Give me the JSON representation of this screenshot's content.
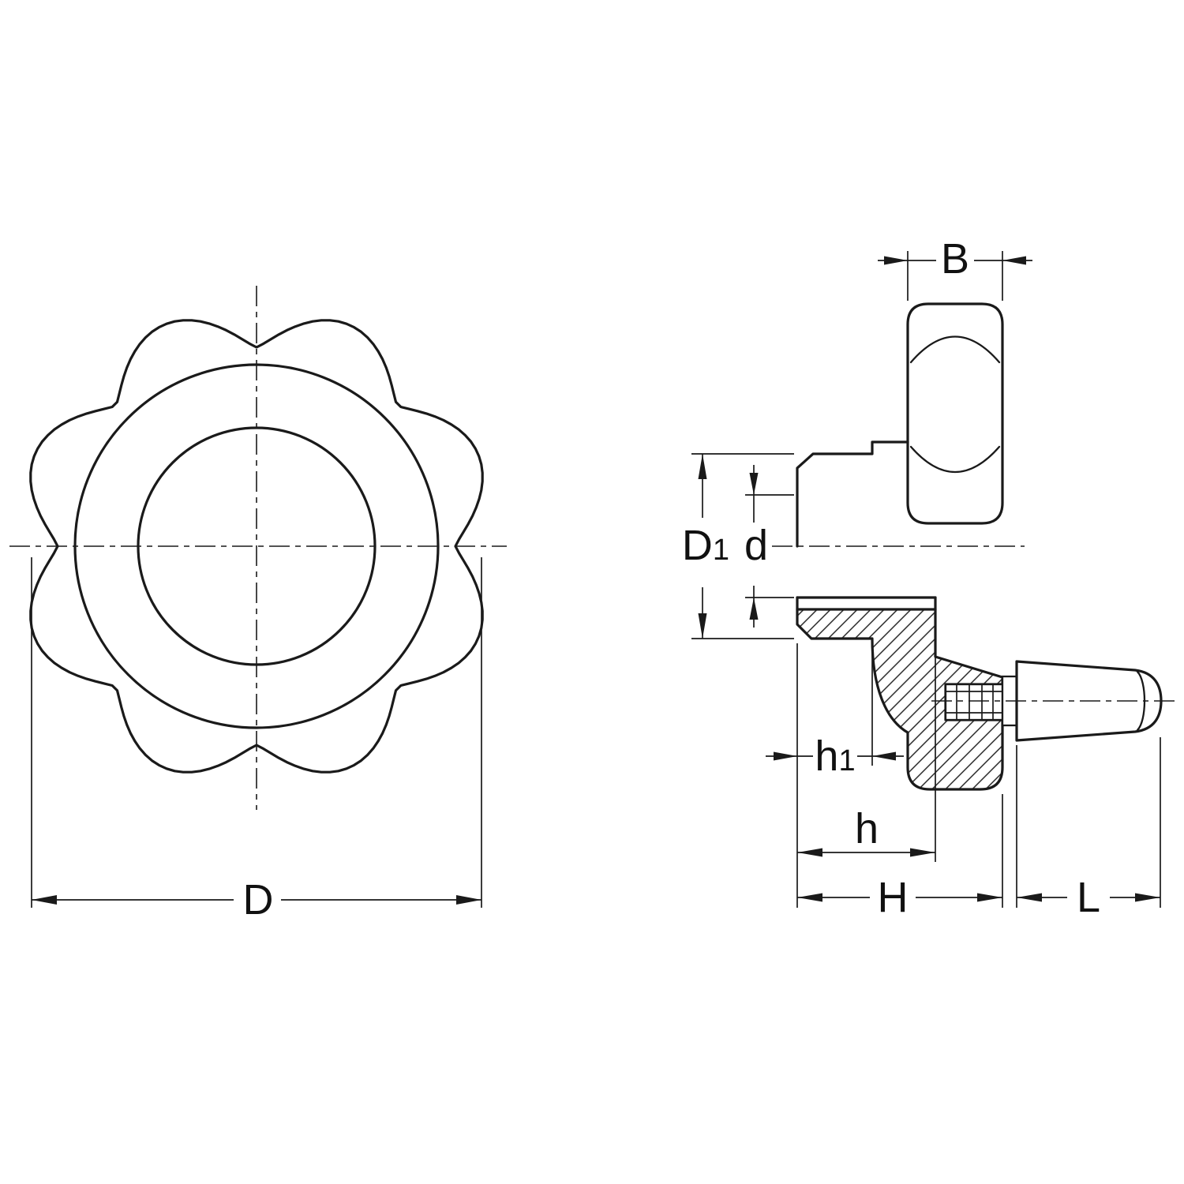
{
  "drawing": {
    "background": "#ffffff",
    "line_color": "#1a1a1a",
    "labels": {
      "D": "D",
      "B": "B",
      "D1_main": "D",
      "D1_sub": "1",
      "d": "d",
      "h1_main": "h",
      "h1_sub": "1",
      "h": "h",
      "H": "H",
      "L": "L"
    }
  }
}
